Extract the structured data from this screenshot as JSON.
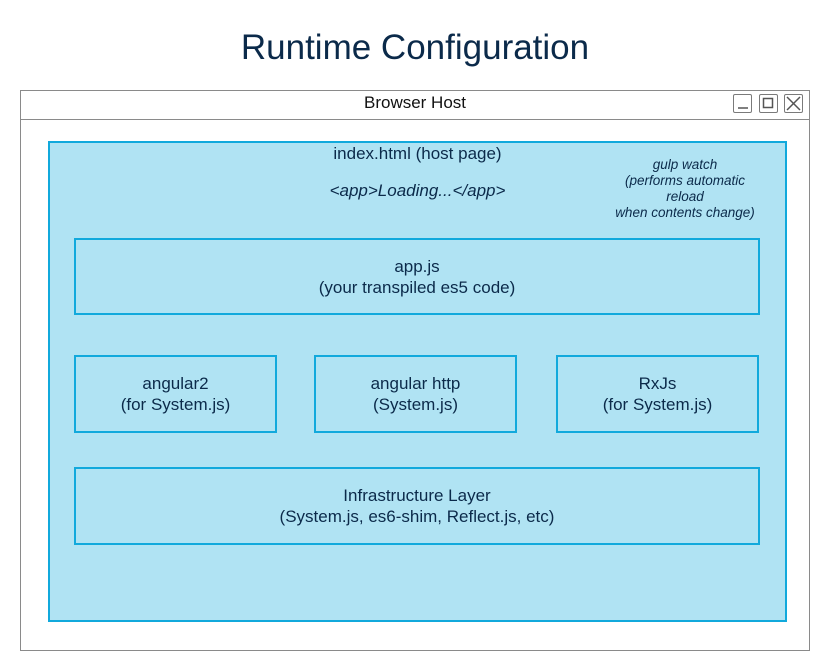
{
  "title": "Runtime Configuration",
  "window": {
    "title": "Browser Host",
    "buttons": [
      "minimize-icon",
      "maximize-icon",
      "close-icon"
    ]
  },
  "host_page": {
    "label": "index.html (host page)",
    "tag": "<app>Loading...</app>",
    "note": [
      "gulp watch",
      "(performs automatic",
      "reload",
      "when contents change)"
    ]
  },
  "boxes": {
    "app": {
      "line1": "app.js",
      "line2": "(your transpiled es5 code)"
    },
    "angular2": {
      "line1": "angular2",
      "line2": "(for System.js)"
    },
    "angular_http": {
      "line1": "angular http",
      "line2": "(System.js)"
    },
    "rxjs": {
      "line1": "RxJs",
      "line2": "(for System.js)"
    },
    "infrastructure": {
      "line1": "Infrastructure Layer",
      "line2": "(System.js, es6-shim, Reflect.js, etc)"
    }
  },
  "colors": {
    "box_fill": "#b0e3f3",
    "box_border": "#11a9dc",
    "text": "#0b2a4a",
    "window_border": "#8a8a8a"
  }
}
